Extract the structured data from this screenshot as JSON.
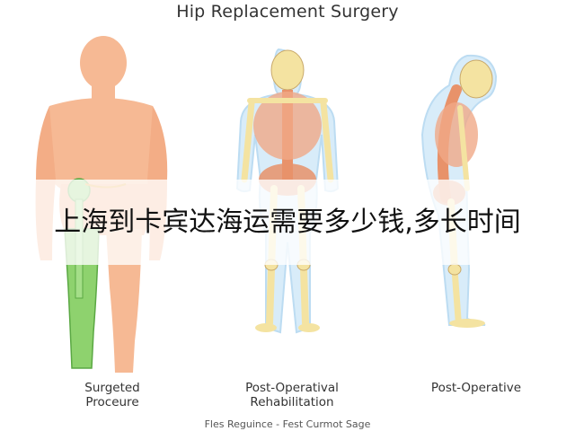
{
  "diagram": {
    "title": "Hip Replacement Surgery",
    "overlay_caption": "上海到卡宾达海运需要多少钱,多长时间",
    "figures": [
      {
        "id": "fig1",
        "caption_lines": [
          "Surgeted",
          "Proceure"
        ]
      },
      {
        "id": "fig2",
        "caption_lines": [
          "Post-Operatival",
          "Rehabilitation"
        ]
      },
      {
        "id": "fig3",
        "caption_lines": [
          "Post-Operative"
        ]
      }
    ],
    "footer": "Fles Reguince - Fest Curmot Sage"
  },
  "colors": {
    "skin": "#f6b994",
    "bone": "#f4e3a1",
    "spine": "#e8926a",
    "body_outline": "#bcdcf2",
    "highlight_leg": "#8ed26e"
  }
}
